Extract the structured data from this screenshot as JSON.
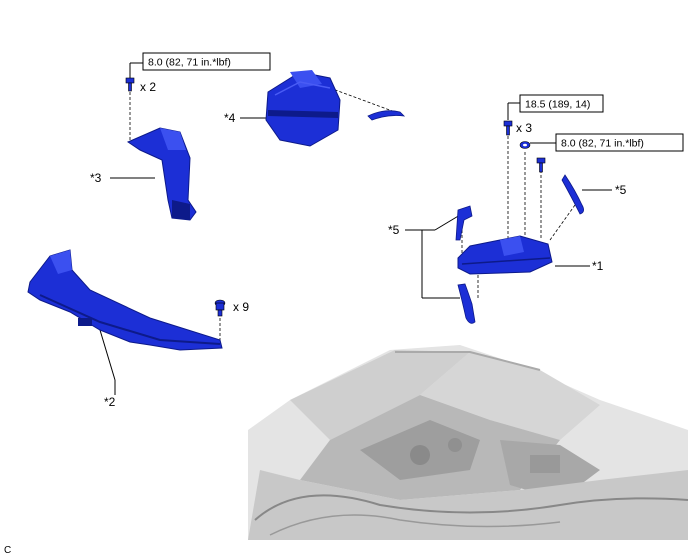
{
  "callouts": {
    "part1": "*1",
    "part2": "*2",
    "part3": "*3",
    "part4": "*4",
    "part5_right": "*5",
    "part5_left": "*5"
  },
  "torque": {
    "t1": "8.0 (82, 71 in.*lbf)",
    "t2": "18.5 (189, 14)",
    "t3": "8.0 (82, 71 in.*lbf)"
  },
  "quantities": {
    "q1": "x 2",
    "q2": "x 9",
    "q3": "x 3"
  },
  "corner_code": "C",
  "colors": {
    "part_blue": "#1c2fd6",
    "part_dark": "#0d1a8a",
    "line": "#000000",
    "engine_gray": "#bcbcbc"
  }
}
